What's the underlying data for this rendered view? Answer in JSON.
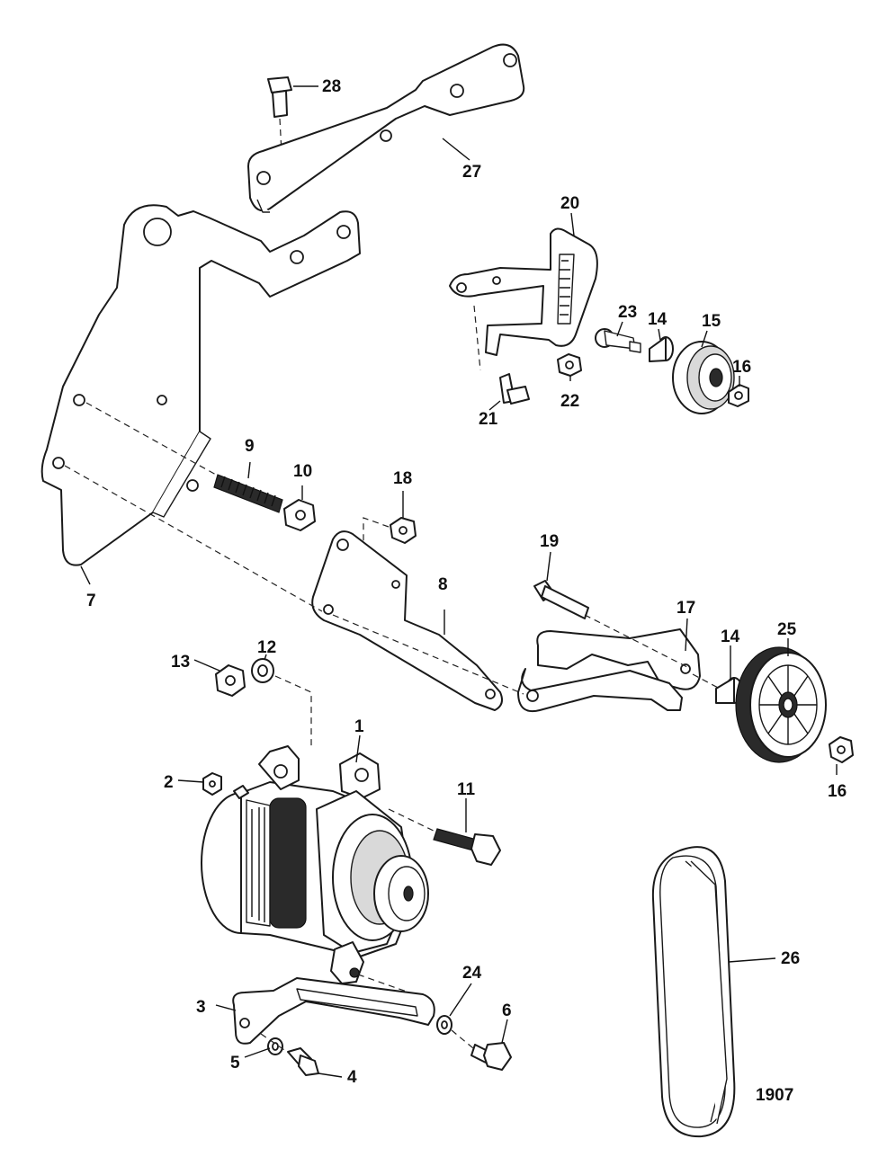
{
  "diagram": {
    "figure_number": "1907",
    "callouts": [
      {
        "key": "c28",
        "label": "28"
      },
      {
        "key": "c27",
        "label": "27"
      },
      {
        "key": "c20",
        "label": "20"
      },
      {
        "key": "c23",
        "label": "23"
      },
      {
        "key": "c14a",
        "label": "14"
      },
      {
        "key": "c15",
        "label": "15"
      },
      {
        "key": "c16a",
        "label": "16"
      },
      {
        "key": "c21",
        "label": "21"
      },
      {
        "key": "c22",
        "label": "22"
      },
      {
        "key": "c9",
        "label": "9"
      },
      {
        "key": "c10",
        "label": "10"
      },
      {
        "key": "c18",
        "label": "18"
      },
      {
        "key": "c7",
        "label": "7"
      },
      {
        "key": "c8",
        "label": "8"
      },
      {
        "key": "c19",
        "label": "19"
      },
      {
        "key": "c17",
        "label": "17"
      },
      {
        "key": "c14b",
        "label": "14"
      },
      {
        "key": "c25",
        "label": "25"
      },
      {
        "key": "c13",
        "label": "13"
      },
      {
        "key": "c12",
        "label": "12"
      },
      {
        "key": "c1",
        "label": "1"
      },
      {
        "key": "c2",
        "label": "2"
      },
      {
        "key": "c11",
        "label": "11"
      },
      {
        "key": "c16b",
        "label": "16"
      },
      {
        "key": "c26",
        "label": "26"
      },
      {
        "key": "c24",
        "label": "24"
      },
      {
        "key": "c3",
        "label": "3"
      },
      {
        "key": "c6",
        "label": "6"
      },
      {
        "key": "c5",
        "label": "5"
      },
      {
        "key": "c4",
        "label": "4"
      }
    ]
  }
}
